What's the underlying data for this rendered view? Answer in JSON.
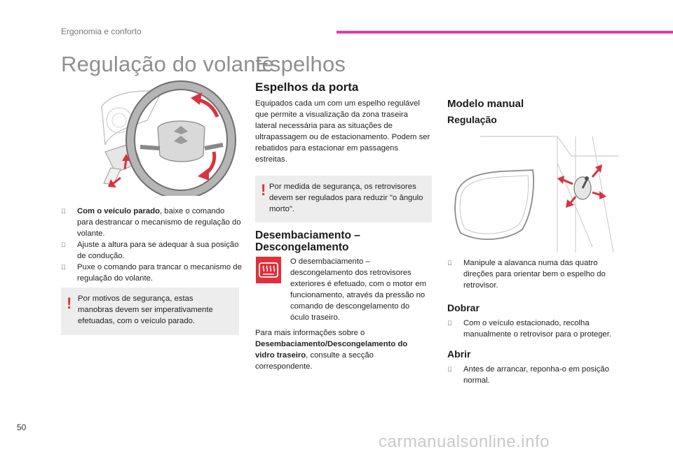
{
  "header": {
    "section": "Ergonomia e conforto",
    "accent_color": "#e63aa8"
  },
  "left": {
    "title": "Regulação do volante",
    "illustration_icon": "steering-wheel-adjustment-illustration",
    "bullets": [
      {
        "bold": "Com o veículo parado",
        "text": ", baixe o comando para destrancar o mecanismo de regulação do volante."
      },
      {
        "bold": "",
        "text": "Ajuste a altura para se adequar à sua posição de condução."
      },
      {
        "bold": "",
        "text": "Puxe o comando para trancar o mecanismo de regulação do volante."
      }
    ],
    "warning": "Por motivos de segurança, estas manobras devem ser imperativamente efetuadas, com o veículo parado."
  },
  "middle": {
    "title": "Espelhos",
    "subtitle": "Espelhos da porta",
    "intro": "Equipados cada um com um espelho regulável que permite a visualização da zona traseira lateral necessária para as situações de ultrapassagem ou de estacionamento. Podem ser rebatidos para estacionar em passagens estreitas.",
    "warning": "Por medida de segurança, os retrovisores devem ser regulados para reduzir \"o ângulo morto\".",
    "defrost_title": "Desembaciamento – Descongelamento",
    "defrost_icon": "rear-defrost-icon",
    "defrost_text": "O desembaciamento – descongelamento dos retrovisores exteriores é efetuado, com o motor em funcionamento, através da pressão no comando de descongelamento do óculo traseiro.",
    "more_info_pre": "Para mais informações sobre o",
    "more_info_bold": "Desembaciamento/Descongelamento do vidro traseiro",
    "more_info_post": ", consulte a secção correspondente."
  },
  "right": {
    "title": "Modelo manual",
    "regulacao": "Regulação",
    "illustration_icon": "mirror-lever-illustration",
    "regulacao_bullet": "Manipule a alavanca numa das quatro direções para orientar bem o espelho do retrovisor.",
    "dobrar": "Dobrar",
    "dobrar_bullet": "Com o veículo estacionado, recolha manualmente o retrovisor para o proteger.",
    "abrir": "Abrir",
    "abrir_bullet": "Antes de arrancar, reponha-o em posição normal."
  },
  "footer": {
    "page": "50",
    "watermark": "carmanualsonline.info"
  },
  "bullet_marker": "",
  "warning_marker": "!"
}
